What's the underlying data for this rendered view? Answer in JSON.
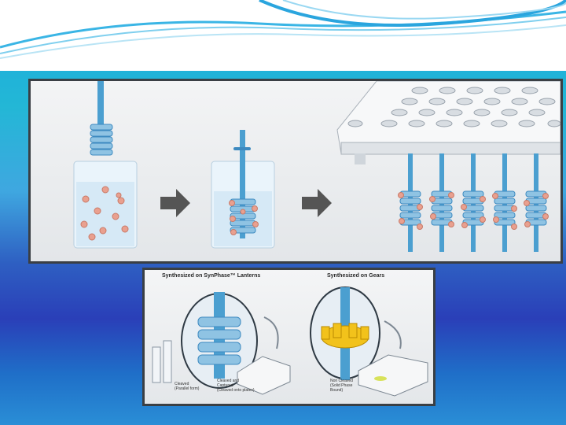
{
  "colors": {
    "accent_blue": "#5aa9d6",
    "bead": "#e9a08f",
    "header_wave": "#3ab5e5"
  },
  "bottom_panel": {
    "left_caption": "Synthesized on SynPhase™ Lanterns",
    "right_caption": "Synthesized on Gears",
    "note_cleaved": [
      "Cleaved",
      "(Parallel form)"
    ],
    "note_cleaved_captured": [
      "Cleaved and",
      "Captured",
      "(Cleaved onto plates)"
    ],
    "note_non_cleaved": [
      "Non Cleaved",
      "(Solid Phase",
      "Bound)"
    ]
  }
}
